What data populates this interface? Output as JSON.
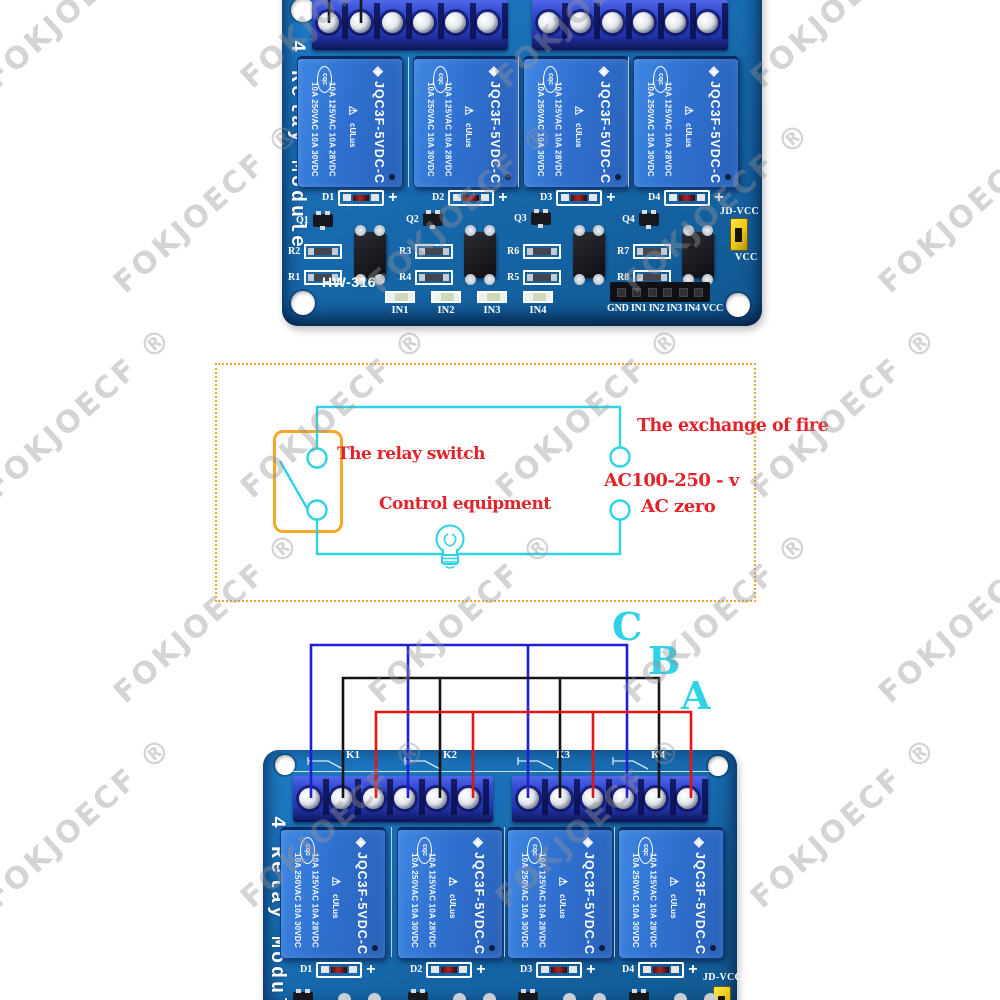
{
  "watermark": {
    "text": "FOKJOECF ®"
  },
  "icons": {
    "relay_logo": "◈",
    "warning": "⚠"
  },
  "board_common": {
    "side_label": "4 Relay Module",
    "plus": "+",
    "relay": {
      "spec1": "10A 250VAC 10A 30VDC",
      "spec2": "10A 125VAC 10A 28VDC",
      "model": "JQC3F-5VDC-C",
      "cert": "cqc",
      "ul": "cULus"
    }
  },
  "top_board": {
    "model": "HW-316",
    "diodes": [
      "D1",
      "D2",
      "D3",
      "D4"
    ],
    "transistors": [
      "Q1",
      "Q2",
      "Q3",
      "Q4"
    ],
    "resistors_top": [
      "R2",
      "R3",
      "R6",
      "R7"
    ],
    "resistors_bottom": [
      "R1",
      "R4",
      "R5",
      "R8"
    ],
    "inputs": [
      "IN1",
      "IN2",
      "IN3",
      "IN4"
    ],
    "header": "GND IN1 IN2 IN3 IN4 VCC",
    "jumper_label": "JD-VCC",
    "vcc_label": "VCC"
  },
  "bottom_board": {
    "relay_refs": [
      "K1",
      "K2",
      "K3",
      "K4"
    ],
    "diodes": [
      "D1",
      "D2",
      "D3",
      "D4"
    ],
    "jumper_label": "JD-VCC"
  },
  "diagram": {
    "relay_switch": "The relay switch",
    "control_equipment": "Control equipment",
    "exchange_of_fire": "The exchange of fire",
    "ac_range": "AC100-250 - v",
    "ac_zero": "AC zero"
  },
  "wires": {
    "c": "C",
    "b": "B",
    "a": "A"
  },
  "colors": {
    "pcb_blue": "#1770b8",
    "relay_blue": "#2f74d0",
    "terminal_blue": "#2a46c2",
    "jumper_yellow": "#f2d41c",
    "wire_blue": "#1f1fd6",
    "wire_black": "#141418",
    "wire_red": "#e51515",
    "diagram_cyan": "#2ed3e8",
    "diagram_orange": "#f5a72a",
    "label_red": "#e3232a"
  }
}
